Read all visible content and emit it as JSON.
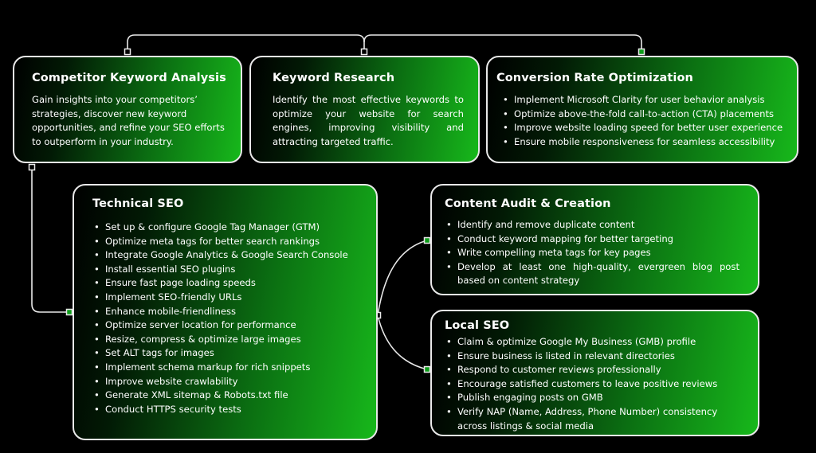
{
  "competitor_keyword_analysis": {
    "title": "Competitor Keyword Analysis",
    "body": "Gain insights into your competitors’ strategies, discover new keyword opportunities, and refine your SEO efforts to outperform in your industry."
  },
  "keyword_research": {
    "title": "Keyword Research",
    "body": "Identify the most effective keywords to optimize your website for search engines, improving visibility and attracting targeted traffic."
  },
  "conversion_rate_optimization": {
    "title": "Conversion Rate Optimization",
    "items": [
      "Implement Microsoft Clarity for user behavior analysis",
      "Optimize above-the-fold call-to-action (CTA) placements",
      "Improve website loading speed for better user experience",
      "Ensure mobile responsiveness for seamless accessibility"
    ]
  },
  "technical_seo": {
    "title": "Technical SEO",
    "items": [
      "Set up & configure Google Tag Manager (GTM)",
      "Optimize meta tags for better search rankings",
      "Integrate Google Analytics & Google Search Console",
      "Install essential SEO plugins",
      "Ensure fast page loading speeds",
      "Implement SEO-friendly URLs",
      "Enhance mobile-friendliness",
      "Optimize server location for performance",
      "Resize, compress & optimize large images",
      "Set ALT tags for images",
      "Implement schema markup for rich snippets",
      "Improve website crawlability",
      "Generate XML sitemap & Robots.txt file",
      "Conduct HTTPS security tests"
    ]
  },
  "content_audit": {
    "title": "Content Audit & Creation",
    "items": [
      "Identify and remove duplicate content",
      "Conduct keyword mapping for better targeting",
      "Write compelling meta tags for key pages",
      "Develop at least one high-quality, evergreen blog post based on content strategy"
    ]
  },
  "local_seo": {
    "title": "Local SEO",
    "items": [
      "Claim & optimize Google My Business (GMB) profile",
      "Ensure business is listed in relevant directories",
      "Respond to customer reviews professionally",
      "Encourage satisfied customers to leave positive reviews",
      "Publish engaging posts on GMB",
      "Verify NAP (Name, Address, Phone Number) consistency across listings & social media"
    ]
  },
  "colors": {
    "background": "#000000",
    "card_gradient_dark": "#000000",
    "card_gradient_bright": "#17b81b",
    "border": "#e9e9e9",
    "connector_node_fill": "#0e9d1a"
  }
}
